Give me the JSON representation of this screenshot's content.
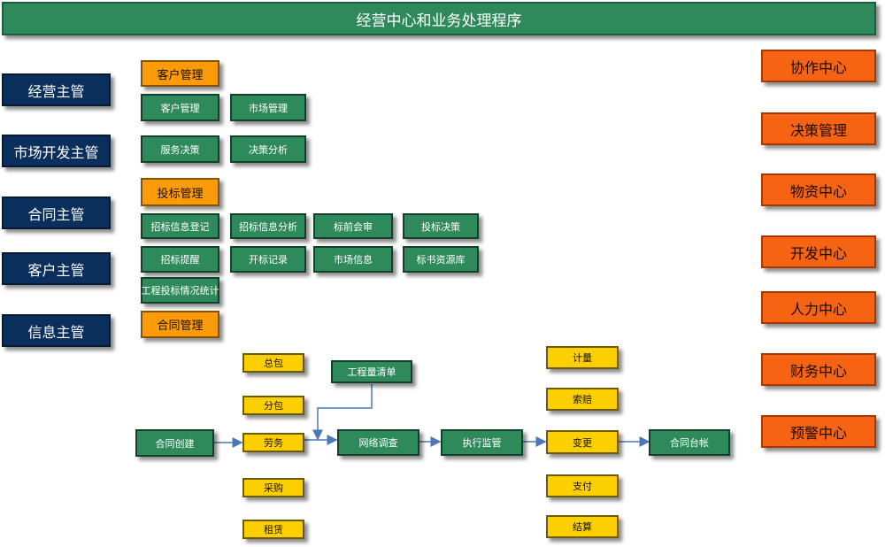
{
  "title": "经营中心和业务处理程序",
  "roles": [
    "经营主管",
    "市场开发主管",
    "合同主管",
    "客户主管",
    "信息主管"
  ],
  "centers": [
    "协作中心",
    "决策管理",
    "物资中心",
    "开发中心",
    "人力中心",
    "财务中心",
    "预警中心"
  ],
  "customer_mgmt": {
    "header": "客户管理",
    "items": [
      "客户管理",
      "市场管理",
      "服务决策",
      "决策分析"
    ]
  },
  "bid_mgmt": {
    "header": "投标管理",
    "items": [
      "招标信息登记",
      "招标信息分析",
      "标前会审",
      "投标决策",
      "招标提醒",
      "开标记录",
      "市场信息",
      "标书资源库",
      "工程投标情况统计"
    ]
  },
  "contract_mgmt": {
    "header": "合同管理",
    "create": "合同创建",
    "types": [
      "总包",
      "分包",
      "劳务",
      "采购",
      "租赁"
    ],
    "bill": "工程量清单",
    "network": "网络调查",
    "supervise": "执行监管",
    "actions": [
      "计量",
      "索赔",
      "变更",
      "支付",
      "结算"
    ],
    "ledger": "合同台帐"
  },
  "colors": {
    "title_bg": "#2f8a5b",
    "role_bg": "#0b2f5c",
    "center_bg": "#f66313",
    "section_bg": "#fb9b0a",
    "item_bg": "#2f8a5b",
    "flow_bg": "#fcd000",
    "arrow": "#4a78b8"
  }
}
